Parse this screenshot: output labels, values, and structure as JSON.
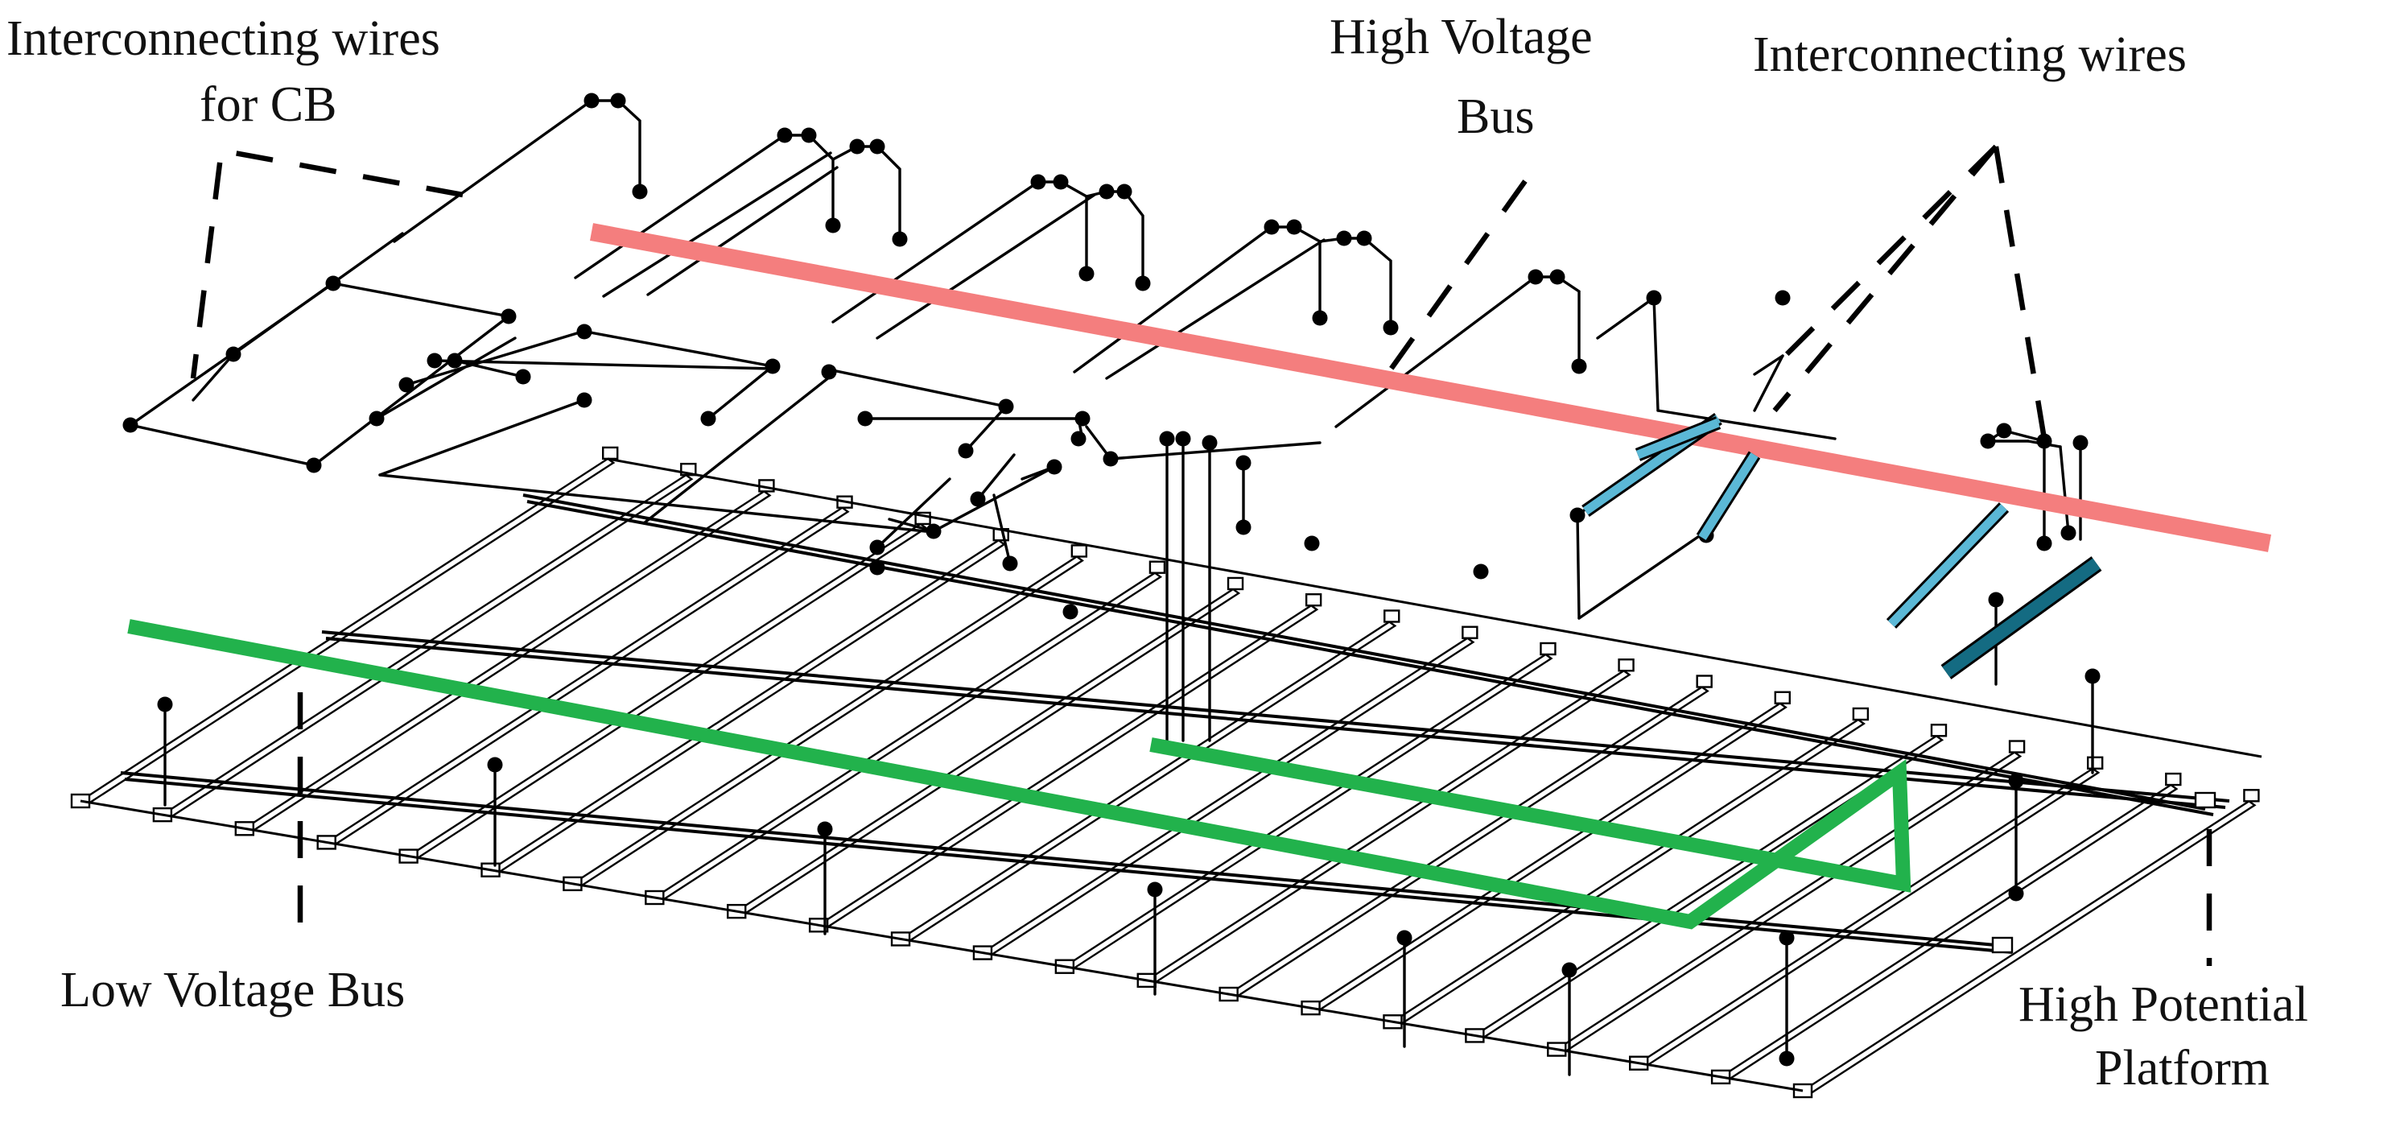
{
  "labels": {
    "cb_wires_line1": "Interconnecting wires",
    "cb_wires_line2": "for CB",
    "hv_bus_line1": "High Voltage",
    "hv_bus_line2": "Bus",
    "wires_right": "Interconnecting wires",
    "lv_bus": "Low Voltage Bus",
    "platform_line1": "High Potential",
    "platform_line2": "Platform"
  },
  "colors": {
    "high_voltage_bus": "#f47e7e",
    "low_voltage_bus": "#22b24c",
    "cable_light": "#5bb8d6",
    "cable_dark": "#146b82",
    "ink": "#000000"
  }
}
